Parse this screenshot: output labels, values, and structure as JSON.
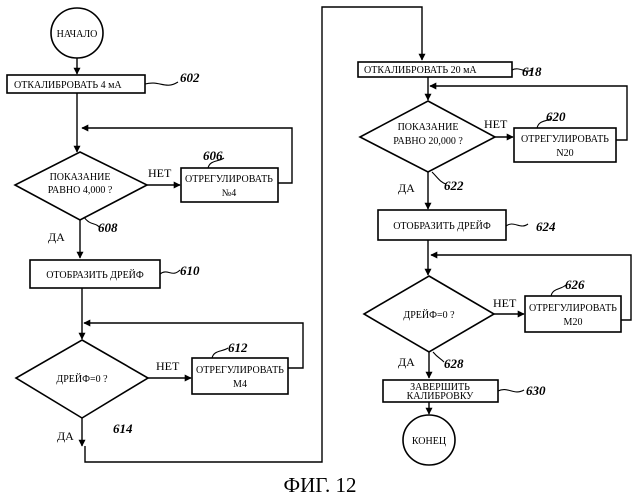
{
  "nodes": {
    "start": "НАЧАЛО",
    "cal4": "ОТКАЛИБРОВАТЬ 4 мА",
    "check4": [
      "ПОКАЗАНИЕ",
      "РАВНО 4,000 ?"
    ],
    "adjN4": [
      "ОТРЕГУЛИРОВАТЬ",
      "№4"
    ],
    "drift1": "ОТОБРАЗИТЬ ДРЕЙФ",
    "driftCheck1": "ДРЕЙФ=0 ?",
    "adjM4": [
      "ОТРЕГУЛИРОВАТЬ",
      "М4"
    ],
    "cal20": "ОТКАЛИБРОВАТЬ 20 мА",
    "check20": [
      "ПОКАЗАНИЕ",
      "РАВНО 20,000 ?"
    ],
    "adjN20": [
      "ОТРЕГУЛИРОВАТЬ",
      "N20"
    ],
    "drift2": "ОТОБРАЗИТЬ ДРЕЙФ",
    "driftCheck2": "ДРЕЙФ=0 ?",
    "adjM20": [
      "ОТРЕГУЛИРОВАТЬ",
      "М20"
    ],
    "finish": [
      "ЗАВЕРШИТЬ",
      "КАЛИБРОВКУ"
    ],
    "end": "КОНЕЦ"
  },
  "labels": {
    "yes": "ДА",
    "no": "НЕТ"
  },
  "refs": {
    "r602": "602",
    "r606": "606",
    "r608": "608",
    "r610": "610",
    "r612": "612",
    "r614": "614",
    "r618": "618",
    "r620": "620",
    "r622": "622",
    "r624": "624",
    "r626": "626",
    "r628": "628",
    "r630": "630"
  },
  "caption": "ФИГ. 12"
}
